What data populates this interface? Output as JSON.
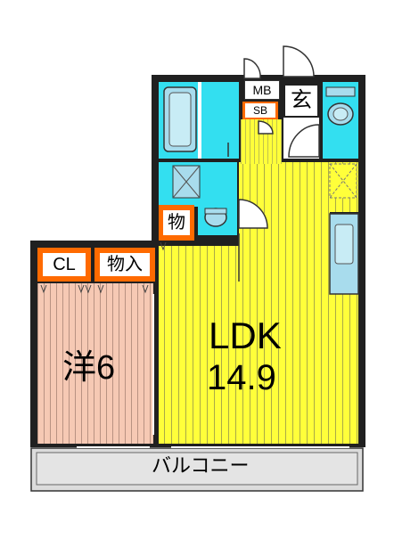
{
  "rooms": {
    "ldk": {
      "name": "LDK",
      "size": "14.9"
    },
    "western": {
      "name": "洋6"
    }
  },
  "labels": {
    "closet": "CL",
    "storage_room": "物入",
    "storage_small": "物",
    "entrance": "玄",
    "meter_box": "MB",
    "shoe_box": "SB",
    "balcony": "バルコニー"
  },
  "colors": {
    "wall": "#202020",
    "ldk_floor": "#ffff3a",
    "western_floor": "#f6c9b4",
    "wet_area": "#33dff0",
    "fixture": "#a8dced",
    "storage_frame": "#ff6a00",
    "balcony": "#dcdcdc"
  }
}
